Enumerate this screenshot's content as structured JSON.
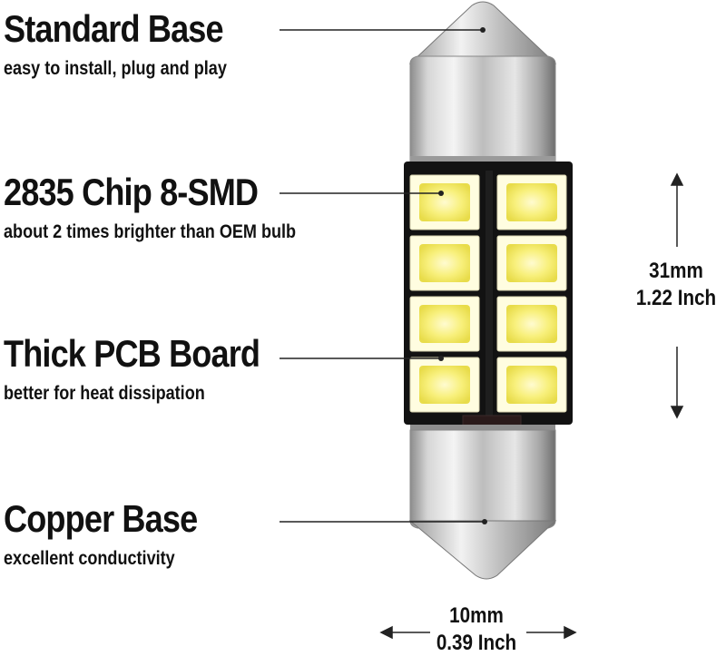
{
  "features": [
    {
      "title": "Standard Base",
      "subtitle": "easy to install, plug and play"
    },
    {
      "title": "2835 Chip 8-SMD",
      "subtitle": "about 2 times brighter than OEM bulb"
    },
    {
      "title": "Thick PCB Board",
      "subtitle": "better for heat dissipation"
    },
    {
      "title": "Copper Base",
      "subtitle": "excellent conductivity"
    }
  ],
  "dimensions": {
    "length": {
      "mm": "31mm",
      "inch": "1.22 Inch"
    },
    "width": {
      "mm": "10mm",
      "inch": "0.39 Inch"
    }
  },
  "colors": {
    "led_chip": "#fffde0",
    "led_glow": "#f7ef7a",
    "pcb": "#111111",
    "metal_cap": "#c9c9c9"
  }
}
